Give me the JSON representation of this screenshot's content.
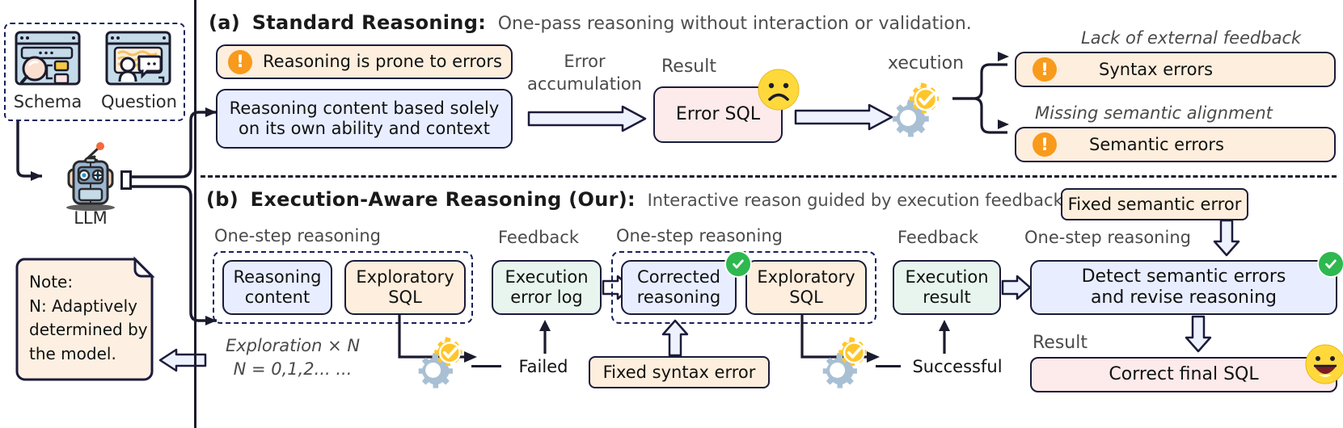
{
  "figure": {
    "left_panel": {
      "schema_label": "Schema",
      "question_label": "Question",
      "llm_label": "LLM",
      "schema_icon": "schema-browser-icon",
      "question_icon": "question-person-icon",
      "llm_icon": "robot-icon"
    },
    "note": {
      "line1": "Note:",
      "line2": "N: Adaptively",
      "line3": "determined by",
      "line4": "the model."
    },
    "section_a": {
      "tag": "(a)",
      "title": "Standard Reasoning",
      "colon": ":",
      "subtitle": "One-pass reasoning without interaction or validation.",
      "warn_box": "Reasoning is prone to errors",
      "reasoning_box_line1": "Reasoning content based solely",
      "reasoning_box_line2": "on its own ability and context",
      "arrow_label_line1": "Error",
      "arrow_label_line2": "accumulation",
      "result_label": "Result",
      "result_box": "Error SQL",
      "execution_label": "xecution",
      "syntax_caption": "Lack of external feedback",
      "syntax_box": "Syntax errors",
      "semantic_caption": "Missing semantic alignment",
      "semantic_box": "Semantic errors",
      "sad_face": "sad-face-icon",
      "gear_icon": "gear-check-icon"
    },
    "section_b": {
      "tag": "(b)",
      "title": "Execution-Aware Reasoning (Our)",
      "colon": ":",
      "subtitle": "Interactive reason guided by execution feedback.",
      "fixed_semantic_error": "Fixed semantic error",
      "group1_caption": "One-step reasoning",
      "group1_box1_line1": "Reasoning",
      "group1_box1_line2": "content",
      "group1_box2_line1": "Exploratory",
      "group1_box2_line2": "SQL",
      "exploration_line1": "Exploration × N",
      "exploration_line2": "N = 0,1,2... ...",
      "feedback1_caption": "Feedback",
      "feedback1_box_line1": "Execution",
      "feedback1_box_line2": "error log",
      "failed_chip": "Failed",
      "fixed_syntax_error": "Fixed syntax error",
      "group2_caption": "One-step reasoning",
      "group2_box1_line1": "Corrected",
      "group2_box1_line2": "reasoning",
      "group2_box2_line1": "Exploratory",
      "group2_box2_line2": "SQL",
      "feedback2_caption": "Feedback",
      "feedback2_box_line1": "Execution",
      "feedback2_box_line2": "result",
      "successful_chip": "Successful",
      "group3_caption": "One-step reasoning",
      "group3_box_line1": "Detect semantic errors",
      "group3_box_line2": "and revise reasoning",
      "result_label": "Result",
      "final_box": "Correct final SQL",
      "happy_face": "happy-face-icon",
      "gear_icon_1": "gear-check-icon",
      "gear_icon_2": "gear-check-icon",
      "check_badge_1": "green-check-icon",
      "check_badge_2": "green-check-icon"
    },
    "colors": {
      "box_border": "#1b1b3a",
      "dashed_group": "#16205c",
      "blue_fill": "#e8eeff",
      "peach_fill": "#fdeedd",
      "pink_fill": "#fdeaea",
      "mint_fill": "#e7f5ee",
      "warn_orange": "#f89a1c",
      "check_green": "#2eb84f",
      "emoji_yellow": "#ffd93b",
      "arrow_fill": "#eef2ff",
      "gear_gray": "#a9c0d4",
      "gear_yellow": "#ffc62a",
      "label_gray": "#4a4a4a"
    }
  }
}
